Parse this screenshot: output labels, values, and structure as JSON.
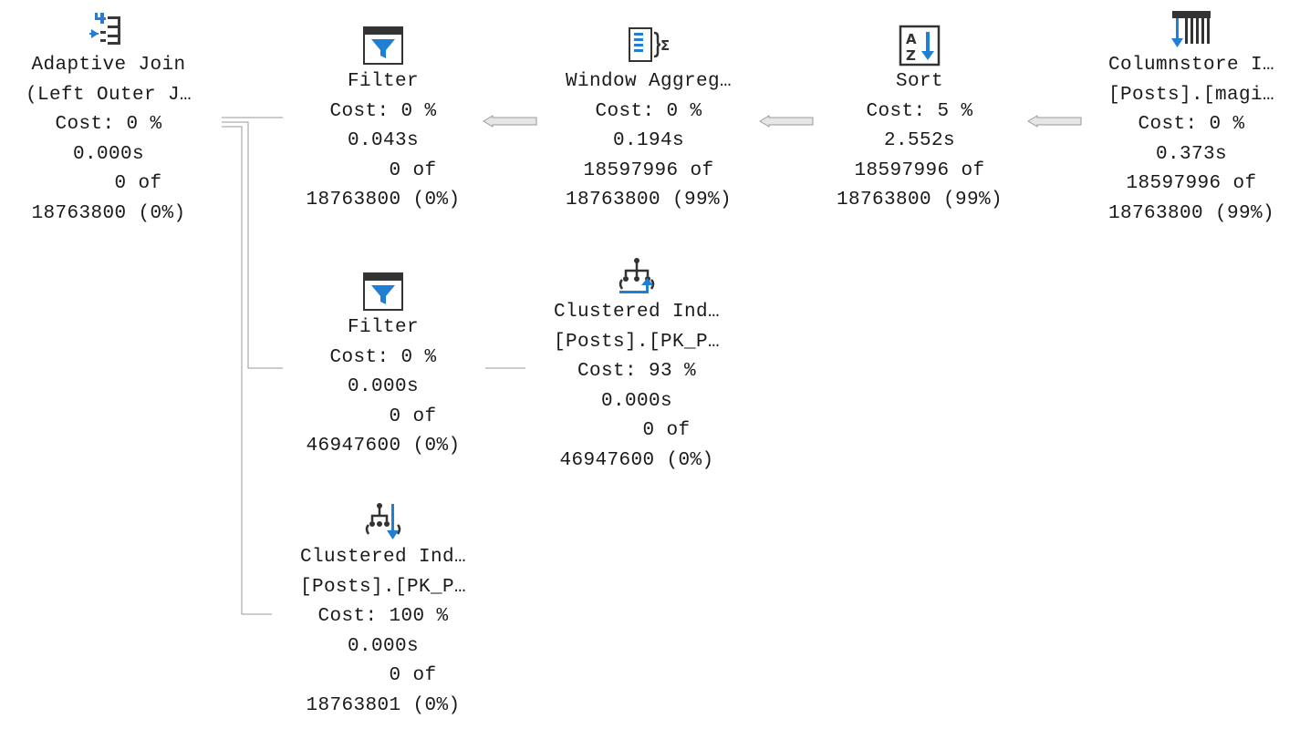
{
  "plan": {
    "nodes": [
      {
        "id": "adaptive_join",
        "icon": "adaptive-join-icon",
        "lines": [
          "Adaptive Join",
          "(Left Outer J…",
          "Cost: 0 %",
          "0.000s",
          "     0 of",
          "18763800 (0%)"
        ]
      },
      {
        "id": "filter_top",
        "icon": "filter-icon",
        "lines": [
          "Filter",
          "Cost: 0 %",
          "0.043s",
          "     0 of",
          "18763800 (0%)"
        ]
      },
      {
        "id": "window_aggregate",
        "icon": "window-aggregate-icon",
        "lines": [
          "Window Aggreg…",
          "Cost: 0 %",
          "0.194s",
          "18597996 of",
          "18763800 (99%)"
        ]
      },
      {
        "id": "sort",
        "icon": "sort-icon",
        "lines": [
          "Sort",
          "Cost: 5 %",
          "2.552s",
          "18597996 of",
          "18763800 (99%)"
        ]
      },
      {
        "id": "columnstore_scan",
        "icon": "columnstore-index-scan-icon",
        "lines": [
          "Columnstore I…",
          "[Posts].[magi…",
          "Cost: 0 %",
          "0.373s",
          "18597996 of",
          "18763800 (99%)"
        ]
      },
      {
        "id": "filter_mid",
        "icon": "filter-icon",
        "lines": [
          "Filter",
          "Cost: 0 %",
          "0.000s",
          "     0 of",
          "46947600 (0%)"
        ]
      },
      {
        "id": "clustered_index_mid",
        "icon": "clustered-index-scan-icon",
        "lines": [
          "Clustered Ind…",
          "[Posts].[PK_P…",
          "Cost: 93 %",
          "0.000s",
          "     0 of",
          "46947600 (0%)"
        ]
      },
      {
        "id": "clustered_index_bottom",
        "icon": "clustered-index-seek-icon",
        "lines": [
          "Clustered Ind…",
          "[Posts].[PK_P…",
          "Cost: 100 %",
          "0.000s",
          "     0 of",
          "18763801 (0%)"
        ]
      }
    ]
  }
}
